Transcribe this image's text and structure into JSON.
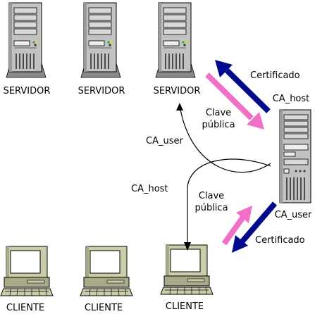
{
  "servers": [
    {
      "label": "SERVIDOR"
    },
    {
      "label": "SERVIDOR"
    },
    {
      "label": "SERVIDOR"
    }
  ],
  "clients": [
    {
      "label": "CLIENTE"
    },
    {
      "label": "CLIENTE"
    },
    {
      "label": "CLIENTE"
    }
  ],
  "ca_server": {
    "top_label": "CA_host",
    "bottom_label": "CA_user"
  },
  "edges": {
    "certificado_top": "Certificado",
    "clave_publica_top": [
      "Clave",
      "pública"
    ],
    "ca_user_curve": "CA_user",
    "ca_host_curve": "CA_host",
    "clave_publica_bottom": [
      "Clave",
      "pública"
    ],
    "certificado_bottom": "Certificado"
  },
  "colors": {
    "certificate_arrow": "#000a8c",
    "public_key_arrow": "#f070c8",
    "device_body": "#c2c2c2",
    "monitor_body": "#ccccaa"
  }
}
